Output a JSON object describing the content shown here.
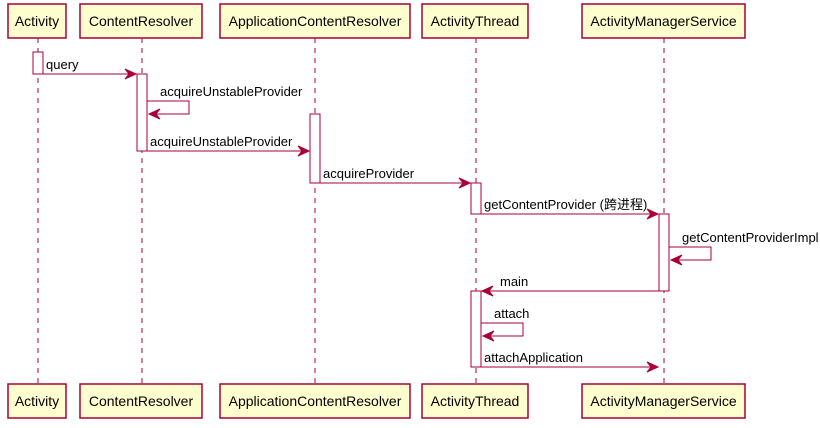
{
  "colors": {
    "participant_fill": "#FEFECE",
    "border": "#A80036",
    "activation_fill": "#FFFFFF",
    "background": "#FFFFFF"
  },
  "participants": [
    {
      "id": "activity",
      "name": "Activity"
    },
    {
      "id": "content-resolver",
      "name": "ContentResolver"
    },
    {
      "id": "application-content-resolver",
      "name": "ApplicationContentResolver"
    },
    {
      "id": "activity-thread",
      "name": "ActivityThread"
    },
    {
      "id": "activity-manager-service",
      "name": "ActivityManagerService"
    }
  ],
  "messages": [
    {
      "from": "activity",
      "to": "content-resolver",
      "label": "query"
    },
    {
      "from": "content-resolver",
      "to": "content-resolver",
      "label": "acquireUnstableProvider"
    },
    {
      "from": "content-resolver",
      "to": "application-content-resolver",
      "label": "acquireUnstableProvider"
    },
    {
      "from": "application-content-resolver",
      "to": "activity-thread",
      "label": "acquireProvider"
    },
    {
      "from": "activity-thread",
      "to": "activity-manager-service",
      "label": "getContentProvider (跨进程)"
    },
    {
      "from": "activity-manager-service",
      "to": "activity-manager-service",
      "label": "getContentProviderImpl"
    },
    {
      "from": "activity-manager-service",
      "to": "activity-thread",
      "label": "main"
    },
    {
      "from": "activity-thread",
      "to": "activity-thread",
      "label": "attach"
    },
    {
      "from": "activity-thread",
      "to": "activity-manager-service",
      "label": "attachApplication"
    }
  ]
}
